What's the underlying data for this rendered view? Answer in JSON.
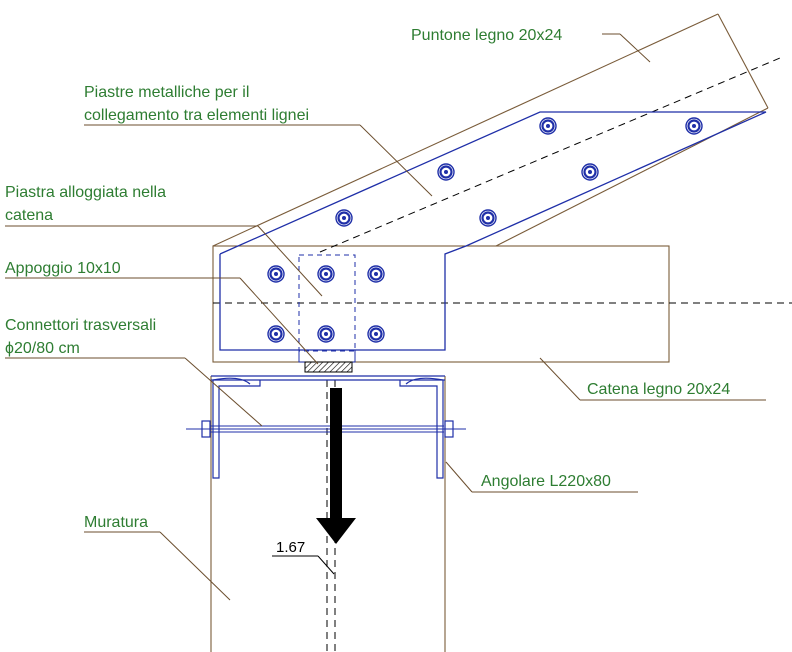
{
  "labels": {
    "puntone": "Puntone legno 20x24",
    "piastre_line1": "Piastre metalliche per il",
    "piastre_line2": "collegamento tra elementi lignei",
    "piastra_catena_line1": "Piastra alloggiata nella",
    "piastra_catena_line2": "catena",
    "appoggio": "Appoggio 10x10",
    "connettori_line1": "Connettori trasversali",
    "connettori_line2": "ϕ20/80 cm",
    "catena": "Catena legno 20x24",
    "angolare": "Angolare L220x80",
    "muratura": "Muratura",
    "quota": "1.67"
  },
  "colors": {
    "label_text": "#2e7d32",
    "steel": "#1f2fa8",
    "wood": "#7a5c3a",
    "arrow": "#000000"
  },
  "icons": {
    "bolt": "bolt-icon",
    "load_arrow": "load-arrow-icon"
  }
}
